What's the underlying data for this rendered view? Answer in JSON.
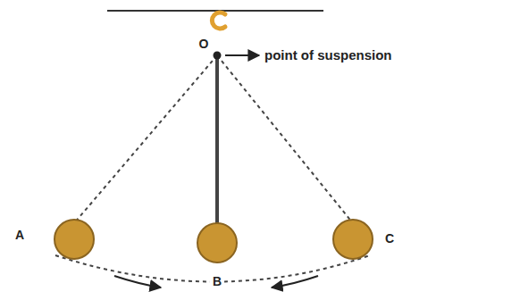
{
  "diagram": {
    "labels": [
      "O",
      "point of suspension",
      "A",
      "B",
      "C"
    ]
  }
}
